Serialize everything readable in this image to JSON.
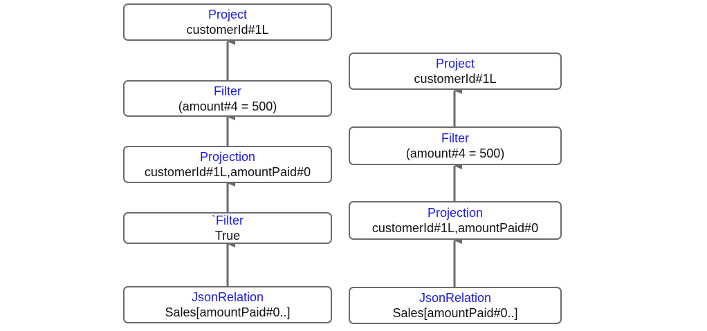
{
  "colors": {
    "operator": "#1a1ae6",
    "argument": "#111111",
    "border": "#6b6b6b",
    "arrow": "#6b6b6b"
  },
  "left_plan": {
    "nodes": [
      {
        "op": "Project",
        "arg": "customerId#1L"
      },
      {
        "op": "Filter",
        "arg": "(amount#4 = 500)"
      },
      {
        "op": "Projection",
        "arg": "customerId#1L,amountPaid#0"
      },
      {
        "op": "`Filter",
        "arg": "True"
      },
      {
        "op": "JsonRelation",
        "arg": "Sales[amountPaid#0..]"
      }
    ]
  },
  "right_plan": {
    "nodes": [
      {
        "op": "Project",
        "arg": "customerId#1L"
      },
      {
        "op": "Filter",
        "arg": "(amount#4 = 500)"
      },
      {
        "op": "Projection",
        "arg": "customerId#1L,amountPaid#0"
      },
      {
        "op": "JsonRelation",
        "arg": "Sales[amountPaid#0..]"
      }
    ]
  }
}
